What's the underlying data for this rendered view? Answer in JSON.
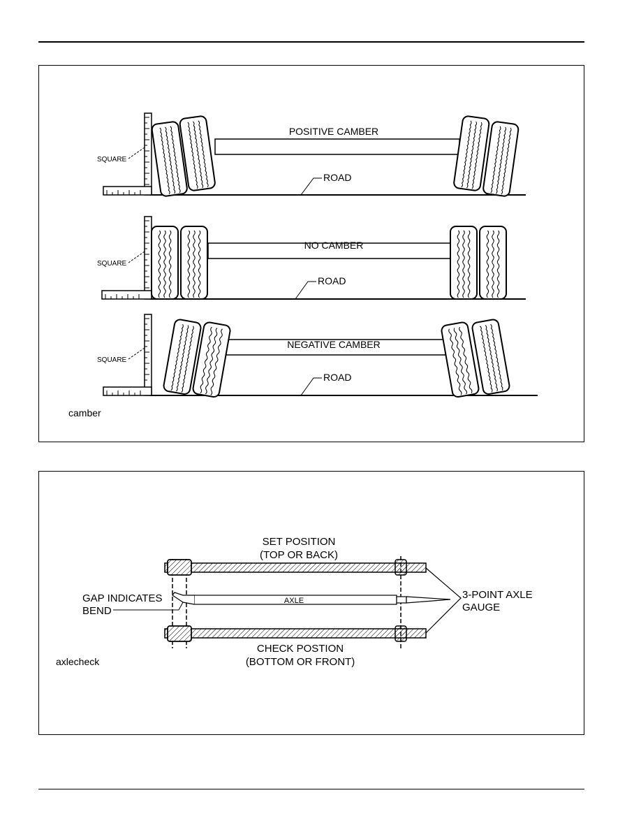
{
  "camber_figure": {
    "caption": "camber",
    "square_label": "SQUARE",
    "road_label": "ROAD",
    "panels": [
      {
        "title": "POSITIVE CAMBER",
        "tilt_deg": 8
      },
      {
        "title": "NO CAMBER",
        "tilt_deg": 0
      },
      {
        "title": "NEGATIVE CAMBER",
        "tilt_deg": -10
      }
    ]
  },
  "axle_figure": {
    "caption": "axlecheck",
    "set_position": [
      "SET POSITION",
      "(TOP OR BACK)"
    ],
    "check_position": [
      "CHECK POSTION",
      "(BOTTOM OR FRONT)"
    ],
    "gap_label": [
      "GAP INDICATES",
      "BEND"
    ],
    "axle_label": "AXLE",
    "gauge_label": [
      "3-POINT AXLE",
      "GAUGE"
    ]
  }
}
